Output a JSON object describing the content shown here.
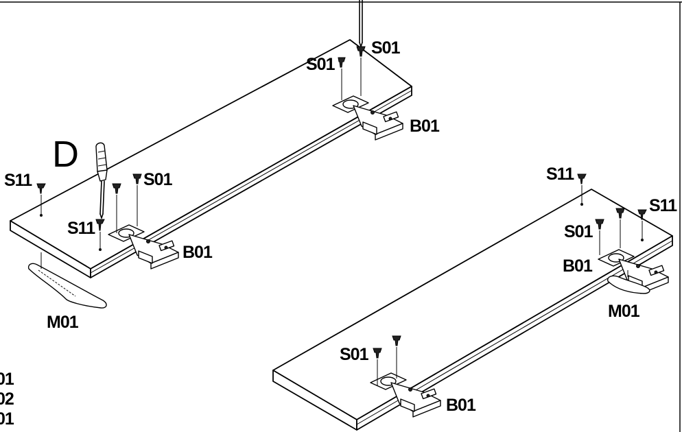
{
  "step_label": "D",
  "parts": {
    "screw_s01": "S01",
    "screw_s11": "S11",
    "hinge_b01": "B01",
    "handle_m01": "M01"
  },
  "legend_fragments": [
    "01",
    "02",
    "01"
  ]
}
